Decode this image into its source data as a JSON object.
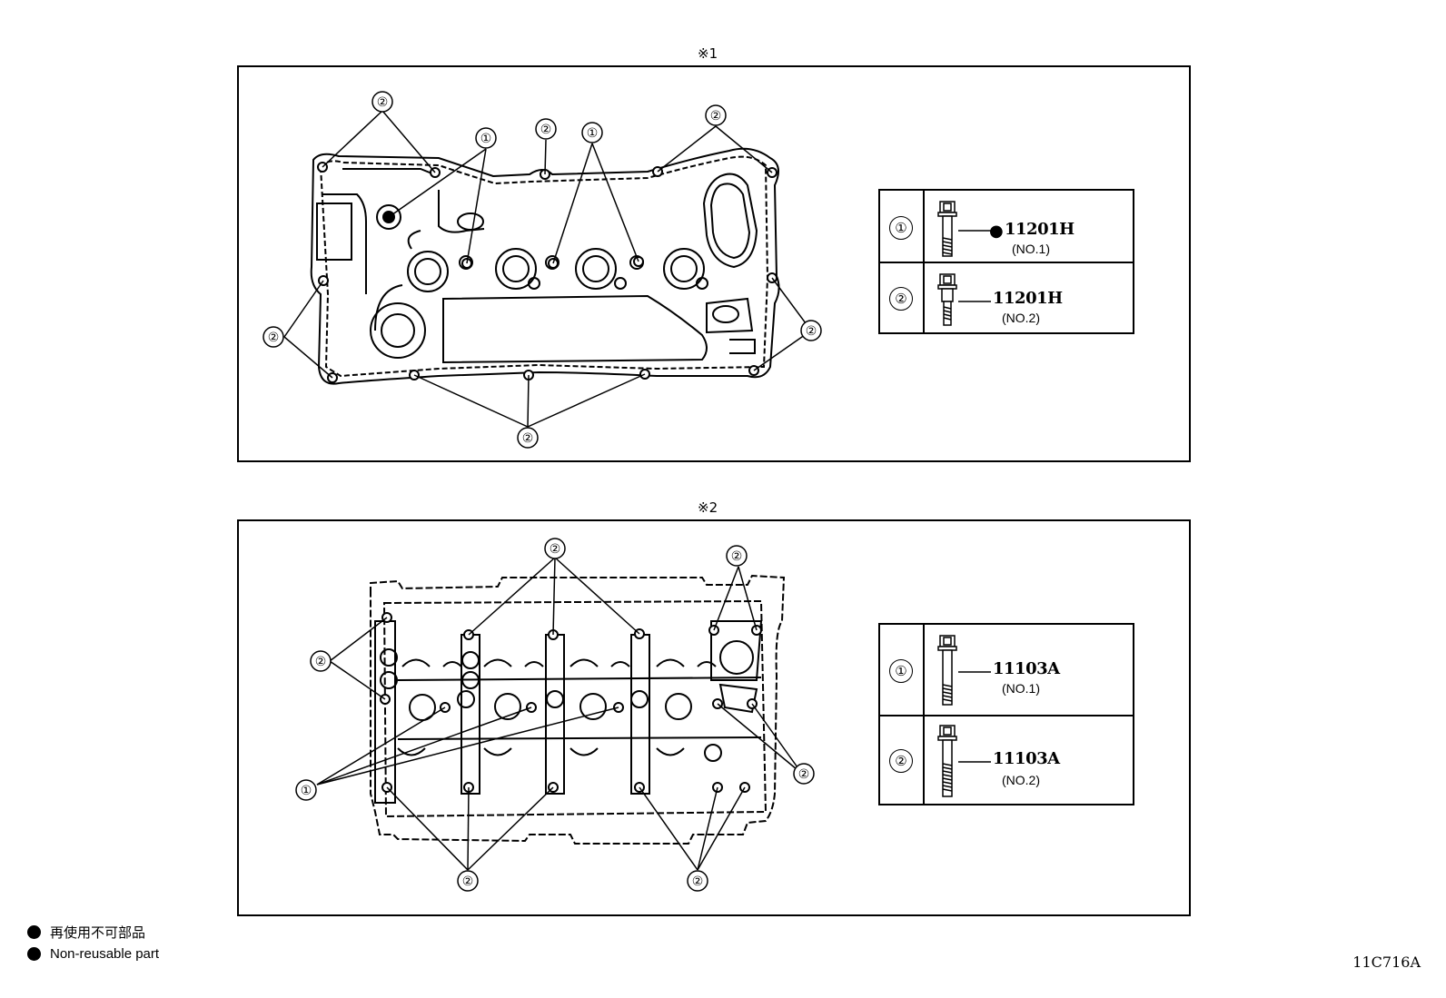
{
  "panel1": {
    "mark": "※1",
    "callouts": [
      "①",
      "②"
    ],
    "legend": [
      {
        "num": "①",
        "part": "11201H",
        "sub": "(NO.1)",
        "non_reusable": true
      },
      {
        "num": "②",
        "part": "11201H",
        "sub": "(NO.2)",
        "non_reusable": false
      }
    ]
  },
  "panel2": {
    "mark": "※2",
    "callouts": [
      "①",
      "②"
    ],
    "legend": [
      {
        "num": "①",
        "part": "11103A",
        "sub": "(NO.1)"
      },
      {
        "num": "②",
        "part": "11103A",
        "sub": "(NO.2)"
      }
    ]
  },
  "notes": {
    "non_reusable_jp": "再使用不可部品",
    "non_reusable_en": "Non-reusable part"
  },
  "figure_id": "11C716A"
}
